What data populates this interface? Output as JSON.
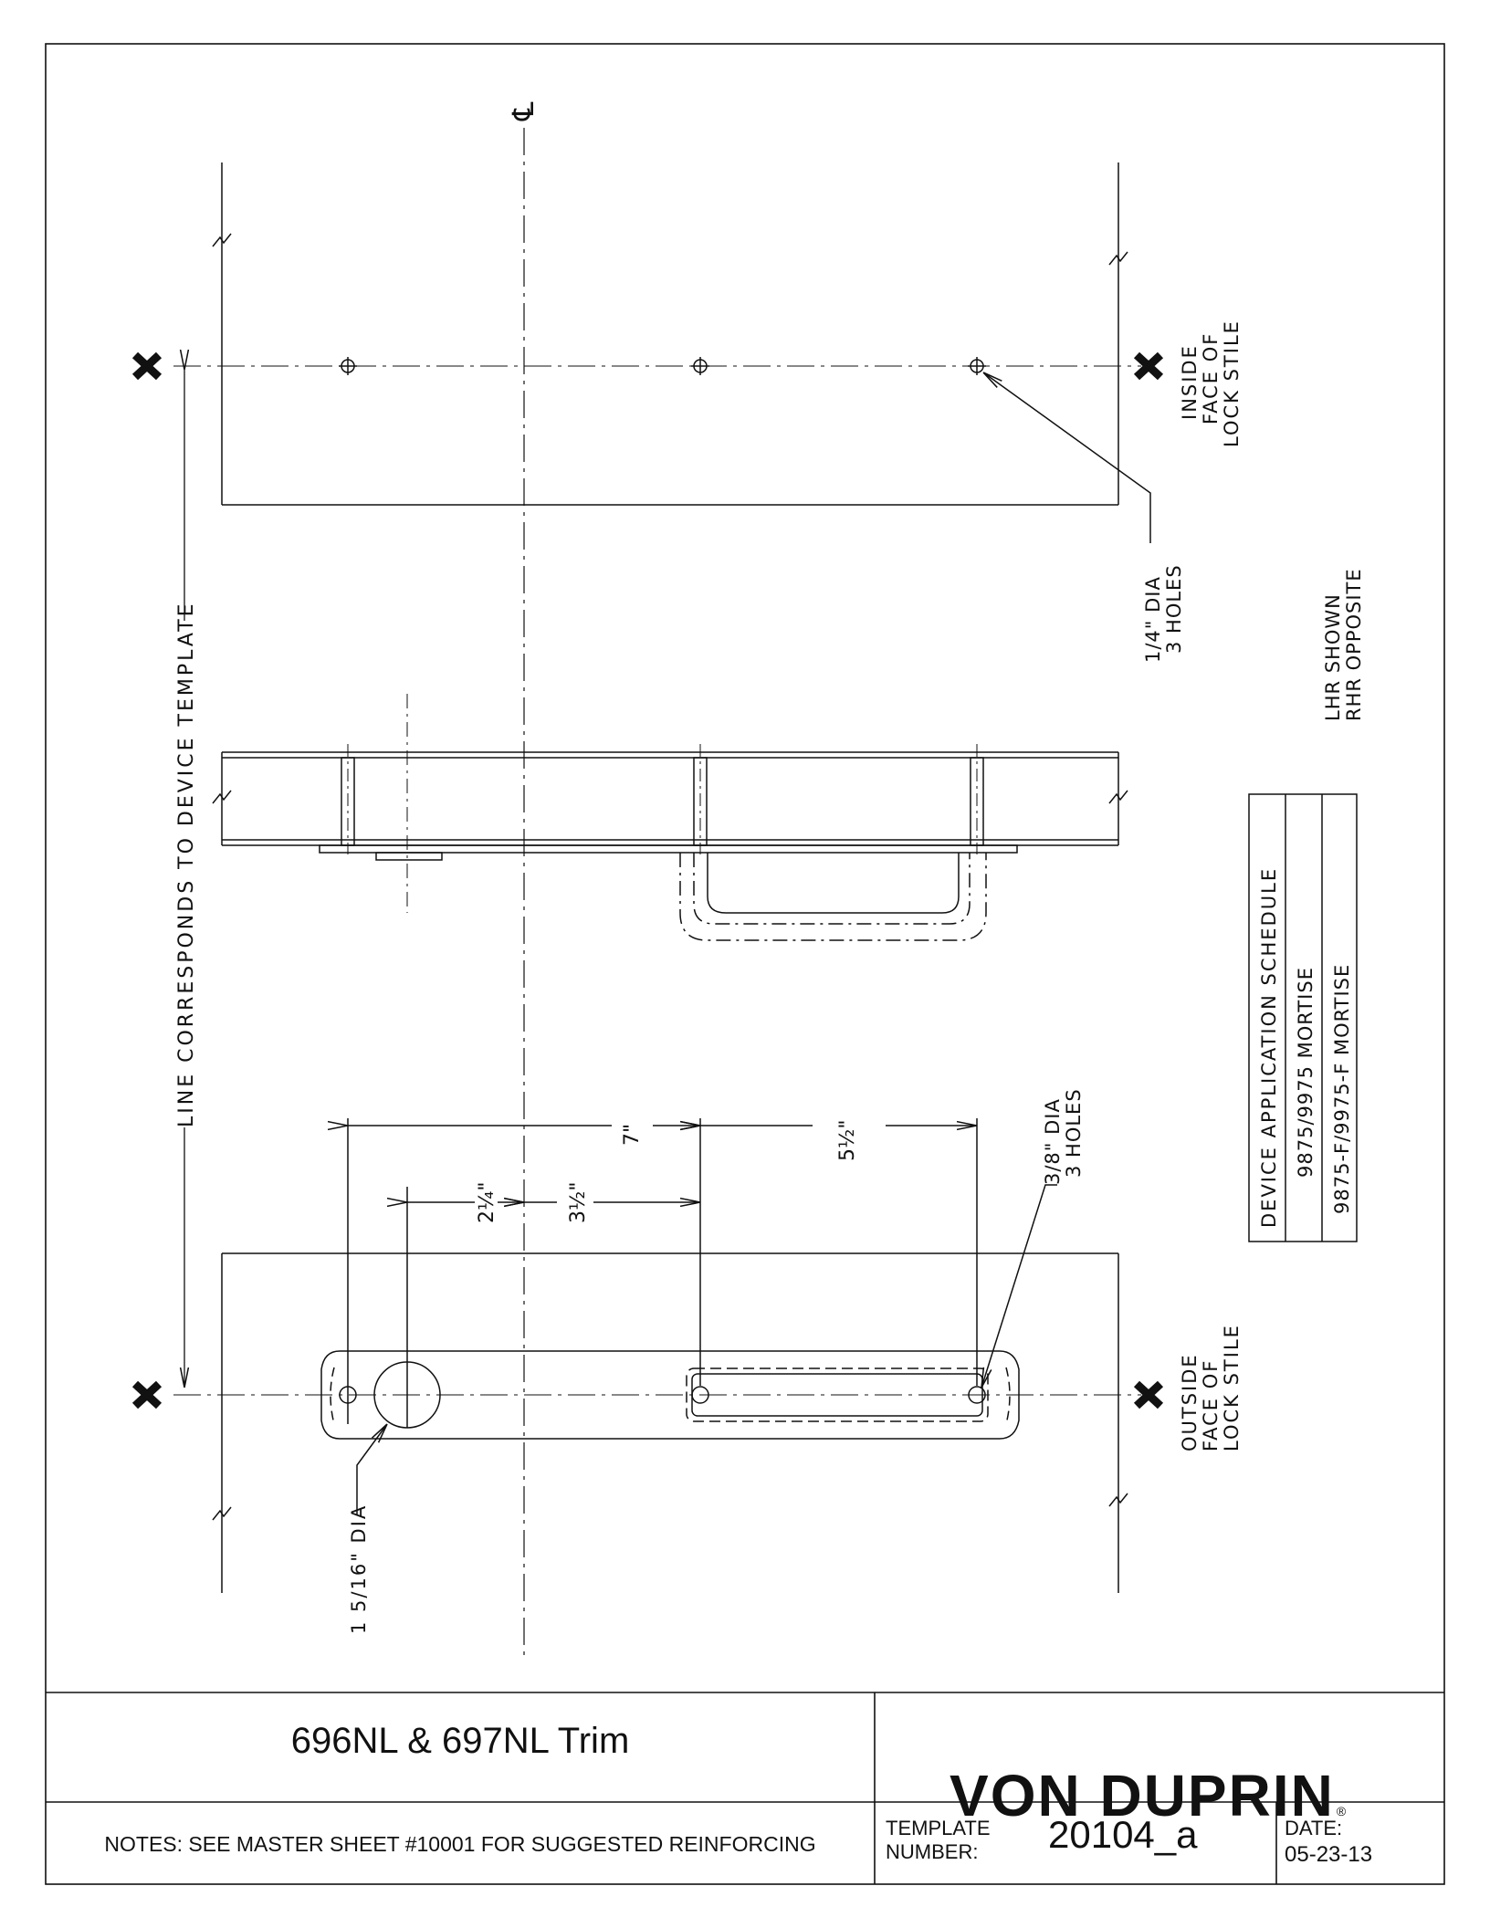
{
  "drawing": {
    "centerline_symbol": "℄",
    "labels": {
      "inside_face": [
        "INSIDE",
        "FACE OF",
        "LOCK STILE"
      ],
      "outside_face": [
        "OUTSIDE",
        "FACE OF",
        "LOCK STILE"
      ],
      "quarter_dia": [
        "1/4\" DIA",
        "3 HOLES"
      ],
      "three_eighths_dia": [
        "3/8\" DIA",
        "3 HOLES"
      ],
      "big_dia": "1 5/16\" DIA",
      "line_corresponds": "LINE CORRESPONDS TO DEVICE TEMPLATE",
      "lhr": [
        "LHR SHOWN",
        "RHR OPPOSITE"
      ]
    },
    "dimensions": {
      "d7": "7\"",
      "d5half": "5½\"",
      "d2quarter": "2¼\"",
      "d3half": "3½\""
    },
    "schedule": {
      "title": "DEVICE APPLICATION SCHEDULE",
      "rows": [
        "9875/9975 MORTISE",
        "9875-F/9975-F MORTISE"
      ]
    }
  },
  "title_block": {
    "title": "696NL & 697NL Trim",
    "brand": "VON DUPRIN",
    "brand_mark": "®",
    "notes": "NOTES: SEE MASTER SHEET #10001 FOR SUGGESTED REINFORCING",
    "template_label_line1": "TEMPLATE",
    "template_label_line2": "NUMBER:",
    "template_number": "20104_a",
    "date_label": "DATE:",
    "date_value": "05-23-13"
  }
}
